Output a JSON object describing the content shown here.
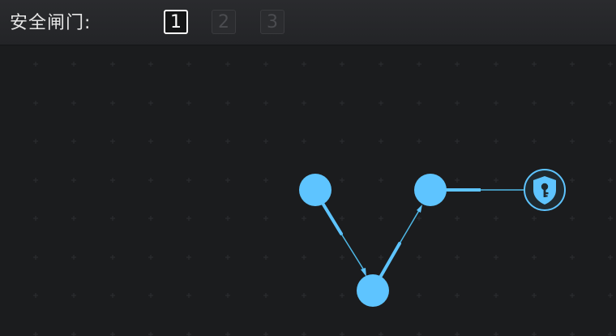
{
  "header": {
    "gate_label": "安全闸门:",
    "levels": [
      {
        "label": "1",
        "state": "active"
      },
      {
        "label": "2",
        "state": "locked"
      },
      {
        "label": "3",
        "state": "locked"
      }
    ]
  },
  "board": {
    "nodes": [
      {
        "id": "node-a",
        "type": "node"
      },
      {
        "id": "node-b",
        "type": "node"
      },
      {
        "id": "node-c",
        "type": "node"
      },
      {
        "id": "gate",
        "type": "security-gate",
        "icon": "shield-key-icon"
      }
    ],
    "links": [
      {
        "from": "node-a",
        "to": "node-b",
        "direction": "a-to-b"
      },
      {
        "from": "node-b",
        "to": "node-c",
        "direction": "b-to-c"
      },
      {
        "from": "node-c",
        "to": "gate",
        "direction": "c-to-gate"
      }
    ]
  },
  "colors": {
    "node": "#5ec4ff",
    "link": "#4fb8e6",
    "background": "#1b1c1e",
    "grid_mark": "#2c2e31",
    "topbar": "#27282b"
  }
}
